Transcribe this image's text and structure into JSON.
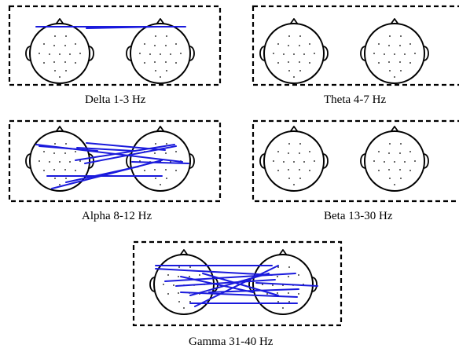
{
  "figure": {
    "line_color": "#1a1adc",
    "panels": [
      {
        "id": "delta",
        "caption": "Delta 1-3 Hz",
        "connections": 2
      },
      {
        "id": "theta",
        "caption": "Theta 4-7 Hz",
        "connections": 0
      },
      {
        "id": "alpha",
        "caption": "Alpha 8-12 Hz",
        "connections": 10
      },
      {
        "id": "beta",
        "caption": "Beta 13-30 Hz",
        "connections": 0
      },
      {
        "id": "gamma",
        "caption": "Gamma 31-40 Hz",
        "connections": 12
      }
    ]
  }
}
